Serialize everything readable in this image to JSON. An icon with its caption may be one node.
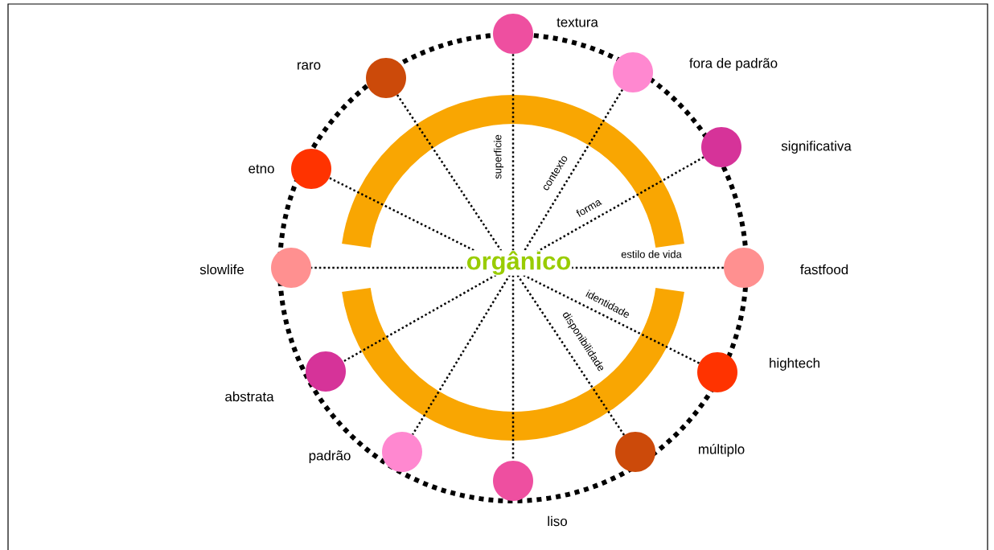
{
  "diagram": {
    "nodes": [
      {
        "text": [],
        "shape": "circle",
        "beside": [
          "textura"
        ]
      },
      {
        "text": [],
        "shape": "circle",
        "beside": [
          "fora de padrão"
        ]
      },
      {
        "text": [],
        "shape": "circle",
        "beside": [
          "significativa"
        ]
      },
      {
        "text": [],
        "shape": "circle",
        "beside": [
          "fastfood"
        ]
      },
      {
        "text": [],
        "shape": "circle",
        "beside": [
          "hightech"
        ]
      },
      {
        "text": [],
        "shape": "circle",
        "beside": [
          "múltiplo"
        ]
      },
      {
        "text": [],
        "shape": "circle",
        "beside": [
          "liso"
        ]
      },
      {
        "text": [],
        "shape": "circle",
        "beside": [
          "padrão"
        ]
      },
      {
        "text": [],
        "shape": "circle",
        "beside": [
          "abstrata"
        ]
      },
      {
        "text": [],
        "shape": "circle",
        "beside": [
          "slowlife"
        ]
      },
      {
        "text": [],
        "shape": "circle",
        "beside": [
          "etno"
        ]
      },
      {
        "text": [],
        "shape": "circle",
        "beside": [
          "raro"
        ]
      }
    ],
    "edges": [
      {
        "from": 0,
        "to": 6,
        "arrow": "none",
        "label": "superficie"
      },
      {
        "from": 1,
        "to": 7,
        "arrow": "none",
        "label": "contexto"
      },
      {
        "from": 2,
        "to": 8,
        "arrow": "none",
        "label": "forma"
      },
      {
        "from": 3,
        "to": 9,
        "arrow": "none",
        "label": "estilo de vida"
      },
      {
        "from": 4,
        "to": 10,
        "arrow": "none",
        "label": "identidade"
      },
      {
        "from": 5,
        "to": 11,
        "arrow": "none",
        "label": "disponibilidade"
      }
    ],
    "labels": [
      "orgânico"
    ]
  }
}
